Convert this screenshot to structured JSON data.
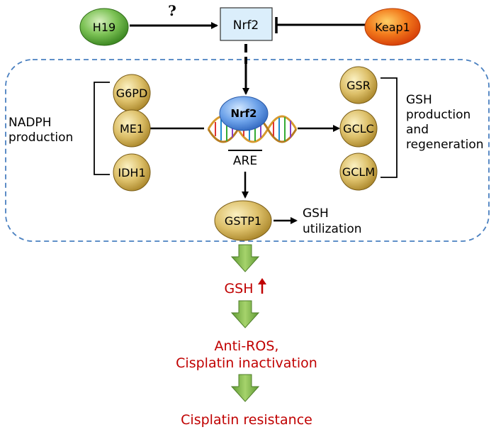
{
  "nodes": {
    "h19": "H19",
    "nrf2_top": "Nrf2",
    "keap1": "Keap1",
    "nrf2_center": "Nrf2",
    "are": "ARE",
    "g6pd": "G6PD",
    "me1": "ME1",
    "idh1": "IDH1",
    "gsr": "GSR",
    "gclc": "GCLC",
    "gclm": "GCLM",
    "gstp1": "GSTP1"
  },
  "labels": {
    "question": "?",
    "nadph_1": "NADPH",
    "nadph_2": "production",
    "gsh_prod_1": "GSH",
    "gsh_prod_2": "production",
    "gsh_prod_3": "and",
    "gsh_prod_4": "regeneration",
    "gsh_util_1": "GSH",
    "gsh_util_2": "utilization"
  },
  "outcomes": {
    "gsh": "GSH",
    "anti_ros": "Anti-ROS,",
    "cisplatin_inactivation": "Cisplatin inactivation",
    "resistance": "Cisplatin resistance"
  },
  "colors": {
    "h19": "#4a9a2c",
    "keap1": "#e8530c",
    "nrf2_box": "#dbeefb",
    "nrf2_ellipse": "#3d7fd1",
    "gold": "#c8a642",
    "dashed_border": "#4a80c0",
    "outcome_red": "#c00000",
    "green_arrow": "#7ab648"
  }
}
